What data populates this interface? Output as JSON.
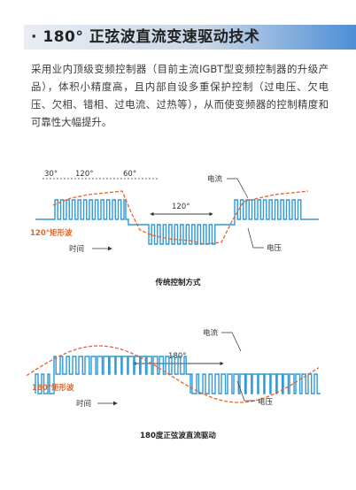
{
  "section": {
    "title": "· 180°  正弦波直流变速驱动技术",
    "intro": "采用业内顶级变频控制器（目前主流IGBT型变频控制器的升级产品），体积小精度高，且内部自设多重保护控制（过电压、欠电压、欠相、错相、过电流、过热等），从而使变频器的控制精度和可靠性大幅提升。"
  },
  "diagram1": {
    "angle_30": "30°",
    "angle_120_top": "120°",
    "angle_60": "60°",
    "angle_120_mid": "120°",
    "label_current": "电流",
    "label_voltage": "电压",
    "label_wave": "120°矩形波",
    "label_time": "时间",
    "caption": "传统控制方式"
  },
  "diagram2": {
    "angle_180": "180°",
    "label_current": "电流",
    "label_voltage": "电压",
    "label_wave": "180°矩形波",
    "label_time": "时间",
    "caption": "180度正弦波直流驱动"
  },
  "colors": {
    "accent_blue": "#2e9ad6",
    "accent_orange": "#e2662a",
    "title_gradient_end": "#4d8ed6"
  }
}
